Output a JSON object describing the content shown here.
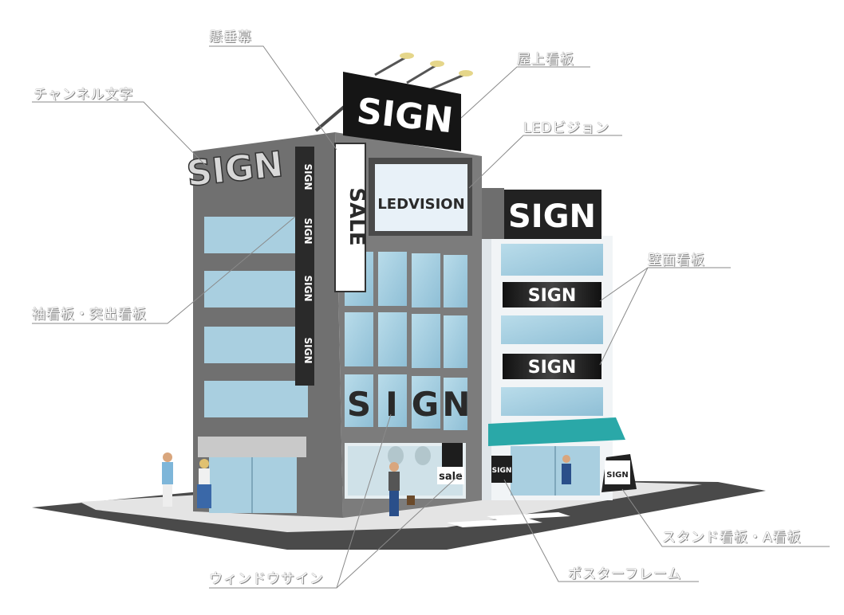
{
  "signs": {
    "channel_letters": "SIGN",
    "rooftop": "SIGN",
    "drop_banner": "SALE",
    "led_vision": "LEDVISION",
    "vertical": [
      "SIGN",
      "SIGN",
      "SIGN",
      "SIGN"
    ],
    "window_big": [
      "S",
      "I",
      "G",
      "N"
    ],
    "right_building_top": "SIGN",
    "wall_1": "SIGN",
    "wall_2": "SIGN",
    "poster_frame": "SIGN",
    "a_board": "SIGN",
    "window_sale": "sale"
  },
  "callouts": {
    "banner_pole": "懸垂幕",
    "rooftop_sign": "屋上看板",
    "channel_letters": "チャンネル文字",
    "led_vision": "LEDビジョン",
    "wall_sign": "壁面看板",
    "projecting_sign": "袖看板・突出看板",
    "stand_sign": "スタンド看板・A看板",
    "window_sign": "ウィンドウサイン",
    "poster_frame": "ポスターフレーム"
  },
  "colors": {
    "building_dark": "#6d6d6d",
    "building_darker": "#585858",
    "glass": "#a8d0e2",
    "sign_black": "#1f1f1f",
    "awning": "#2aa8a8",
    "led_screen": "#e8f1f8"
  }
}
